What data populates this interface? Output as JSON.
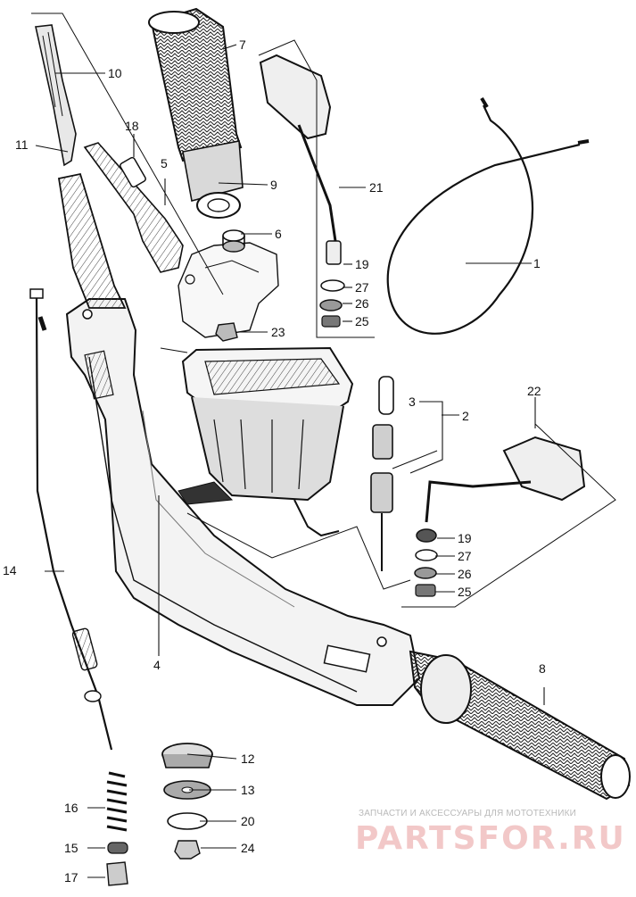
{
  "diagram": {
    "callouts": [
      {
        "id": "c1",
        "text": "1"
      },
      {
        "id": "c2",
        "text": "2"
      },
      {
        "id": "c3",
        "text": "3"
      },
      {
        "id": "c4",
        "text": "4"
      },
      {
        "id": "c5",
        "text": "5"
      },
      {
        "id": "c6",
        "text": "6"
      },
      {
        "id": "c7",
        "text": "7"
      },
      {
        "id": "c8",
        "text": "8"
      },
      {
        "id": "c9",
        "text": "9"
      },
      {
        "id": "c10",
        "text": "10"
      },
      {
        "id": "c11",
        "text": "11"
      },
      {
        "id": "c12",
        "text": "12"
      },
      {
        "id": "c13",
        "text": "13"
      },
      {
        "id": "c14",
        "text": "14"
      },
      {
        "id": "c15",
        "text": "15"
      },
      {
        "id": "c16",
        "text": "16"
      },
      {
        "id": "c17",
        "text": "17"
      },
      {
        "id": "c18",
        "text": "18"
      },
      {
        "id": "c19a",
        "text": "19"
      },
      {
        "id": "c19b",
        "text": "19"
      },
      {
        "id": "c20",
        "text": "20"
      },
      {
        "id": "c21",
        "text": "21"
      },
      {
        "id": "c22",
        "text": "22"
      },
      {
        "id": "c23",
        "text": "23"
      },
      {
        "id": "c24",
        "text": "24"
      },
      {
        "id": "c25a",
        "text": "25"
      },
      {
        "id": "c25b",
        "text": "25"
      },
      {
        "id": "c26a",
        "text": "26"
      },
      {
        "id": "c26b",
        "text": "26"
      },
      {
        "id": "c27a",
        "text": "27"
      },
      {
        "id": "c27b",
        "text": "27"
      }
    ]
  },
  "watermark": {
    "tagline": "ЗАПЧАСТИ И АКСЕССУАРЫ ДЛЯ МОТОТЕХНИКИ",
    "logo": "PARTSFOR.RU"
  }
}
